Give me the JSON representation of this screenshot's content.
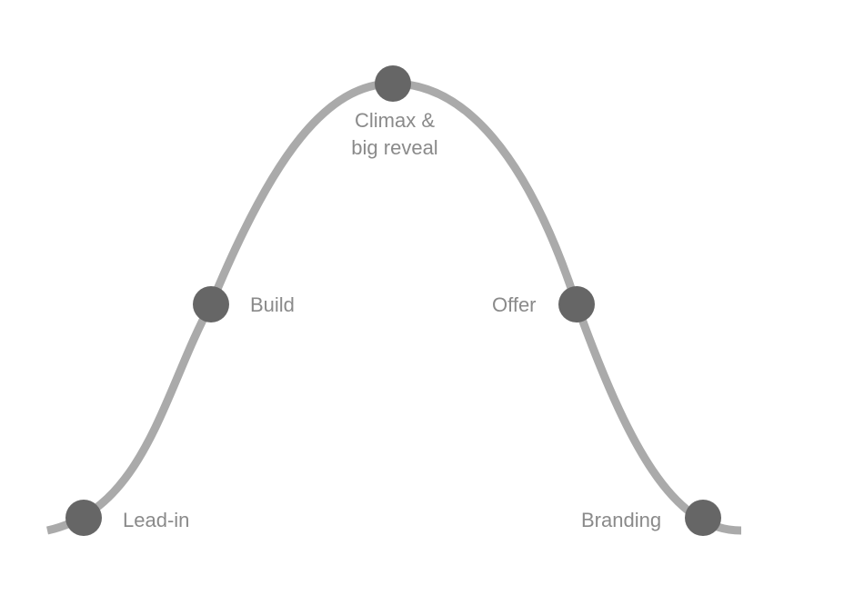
{
  "diagram": {
    "stages": [
      {
        "id": "lead-in",
        "label": "Lead-in"
      },
      {
        "id": "build",
        "label": "Build"
      },
      {
        "id": "climax",
        "label_line1": "Climax &",
        "label_line2": "big reveal"
      },
      {
        "id": "offer",
        "label": "Offer"
      },
      {
        "id": "branding",
        "label": "Branding"
      }
    ]
  },
  "colors": {
    "curve": "#aaaaaa",
    "node": "#666666",
    "label": "#8a8a8a",
    "background": "#ffffff"
  }
}
